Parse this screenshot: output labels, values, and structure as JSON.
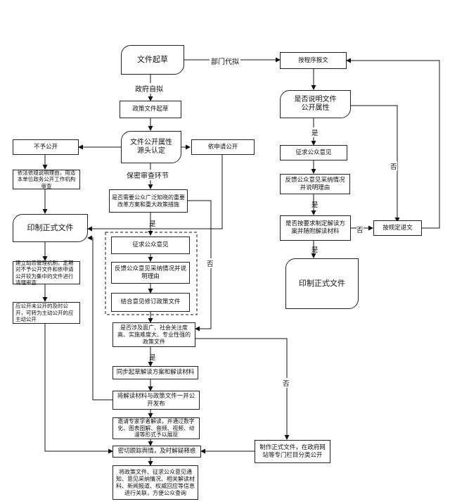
{
  "nodes": {
    "draft": "文件起草",
    "dept_draft": "部门代拟",
    "gov_self": "政府自拟",
    "policy_draft": "政策文件起草",
    "attr_confirm": "文件公开属性\n源头认定",
    "not_public": "不予公开",
    "by_request": "依申请公开",
    "not_public_note": "依法依规说明理由，用适本单位政务公开工作机构审查",
    "secrecy_review": "保密审查环节",
    "need_opinion": "是否需要公众广泛知晓的重要改革方案和重大政策措施",
    "print_formal_left": "印制正式文件",
    "collect_opinion": "征求公众意见",
    "feedback_opinion": "反馈公众意见采纳情况并说明理由",
    "revise_policy": "结合意见修订政策文件",
    "dynamic_mgmt": "建立动态管理机制，定期对不予公开文件和依申请公开较为集中的文件进行清理审查",
    "convert_public": "应公开未公开的及时公开，可转为主动公开的应主动公开",
    "interest_check": "是否涉及面广、社会关注度高、实施难度大、专业性强的政策文件",
    "sync_draft": "同步起草解读方案和解读材料",
    "publish_together": "将解读材料与政策文件一并公开发布",
    "invite_experts": "邀请专家学者解读，并通过数字化、图表图解、音频、视频、动漫等形式予以展现",
    "track_sentiment": "密切跟踪舆情，及时解疑释惑",
    "link_docs": "将政策文件、征求公众意见通知、意见采纳情况、相关解读材料、新闻报道、权威回应等信息进行关联，方便公众查询",
    "submit_by_procedure": "按程序报文",
    "state_attr": "是否说明文件\n公开属性",
    "collect_opinion_r": "征求公众意见",
    "feedback_opinion_r": "反馈公众意见采纳情况并说明理由",
    "require_interp": "是否按要求制定解读方案并随附解读材料",
    "return_by_rule": "按规定退文",
    "print_formal_right": "印制正式文件",
    "make_formal": "制作正式文件，在政府网站等专门栏目分类公开"
  },
  "edge_labels": {
    "yes": "是",
    "no": "否"
  }
}
